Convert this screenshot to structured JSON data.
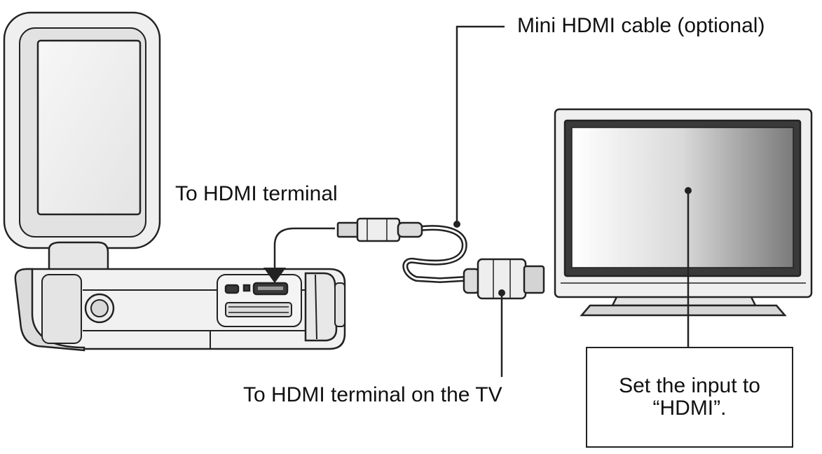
{
  "labels": {
    "cable": "Mini HDMI cable (optional)",
    "camera_terminal": "To HDMI terminal",
    "tv_terminal": "To HDMI terminal on the TV",
    "note_line1": "Set the input to",
    "note_line2": "“HDMI”."
  },
  "colors": {
    "line": "#222222",
    "device_fill": "#f2f2f2",
    "device_shade": "#d4d4d4",
    "screen_dark": "#3a3a3a"
  },
  "icons": {
    "camera": "camcorder-icon",
    "tv": "television-icon",
    "cable": "hdmi-cable-icon",
    "arrow": "arrow-down-icon"
  }
}
